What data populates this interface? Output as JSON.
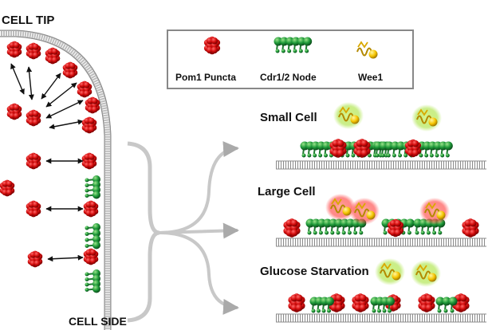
{
  "labels": {
    "cell_tip": "CELL TIP",
    "cell_side": "CELL SIDE",
    "small_cell": "Small Cell",
    "large_cell": "Large Cell",
    "glucose_starvation": "Glucose Starvation"
  },
  "legend": {
    "pom1": "Pom1 Puncta",
    "cdr": "Cdr1/2 Node",
    "wee1": "Wee1"
  },
  "colors": {
    "pom1": "#d40d0d",
    "node_green": "#1f9a3a",
    "wee1_yellow": "#f5c400",
    "glow_green": "#a6e23c",
    "glow_red": "#ff3a3a",
    "membrane": "#8a8a8a"
  }
}
